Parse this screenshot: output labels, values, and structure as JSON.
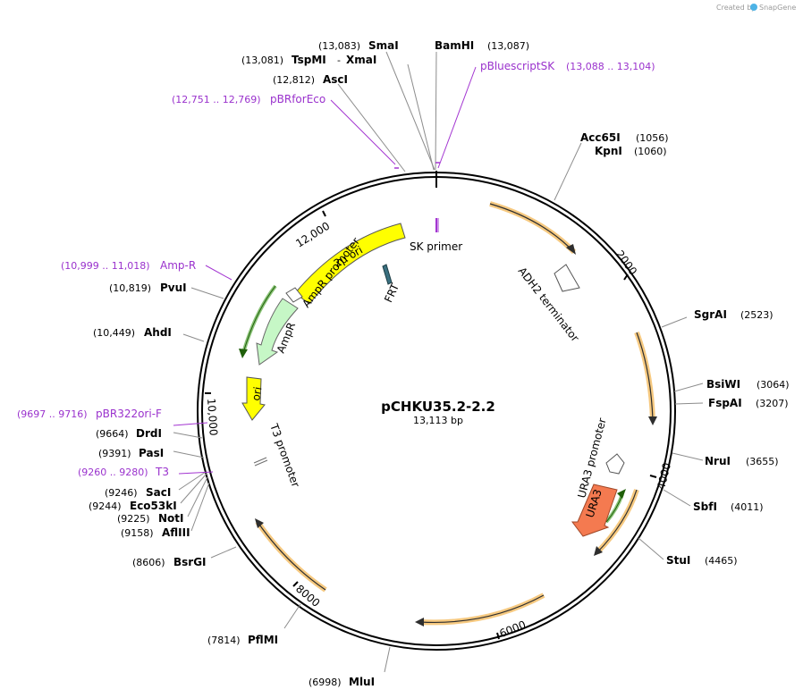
{
  "credit": {
    "prefix": "Created by",
    "brand": "SnapGene"
  },
  "map": {
    "name": "pCHKU35.2-2.2",
    "length_label": "13,113 bp"
  },
  "ticks": [
    "2000",
    "4000",
    "6000",
    "8000",
    "10,000",
    "12,000"
  ],
  "enzymes": {
    "smai": {
      "pos": "(13,083)",
      "name": "SmaI"
    },
    "bamhi": {
      "name": "BamHI",
      "pos": "(13,087)"
    },
    "tspmi": {
      "pos": "(13,081)",
      "name": "TspMI",
      "sep": "-",
      "name2": "XmaI"
    },
    "asci": {
      "pos": "(12,812)",
      "name": "AscI"
    },
    "acc65i": {
      "name": "Acc65I",
      "pos": "(1056)"
    },
    "kpni": {
      "name": "KpnI",
      "pos": "(1060)"
    },
    "sgrai": {
      "name": "SgrAI",
      "pos": "(2523)"
    },
    "bsiwi": {
      "name": "BsiWI",
      "pos": "(3064)"
    },
    "fspai": {
      "name": "FspAI",
      "pos": "(3207)"
    },
    "nrui": {
      "name": "NruI",
      "pos": "(3655)"
    },
    "sbfi": {
      "name": "SbfI",
      "pos": "(4011)"
    },
    "stui": {
      "name": "StuI",
      "pos": "(4465)"
    },
    "mlui": {
      "pos": "(6998)",
      "name": "MluI"
    },
    "pflmi": {
      "pos": "(7814)",
      "name": "PflMI"
    },
    "bsrgi": {
      "pos": "(8606)",
      "name": "BsrGI"
    },
    "afliii": {
      "pos": "(9158)",
      "name": "AflIII"
    },
    "noti": {
      "pos": "(9225)",
      "name": "NotI"
    },
    "eco53ki": {
      "pos": "(9244)",
      "name": "Eco53kI"
    },
    "saci": {
      "pos": "(9246)",
      "name": "SacI"
    },
    "pasi": {
      "pos": "(9391)",
      "name": "PasI"
    },
    "drdi": {
      "pos": "(9664)",
      "name": "DrdI"
    },
    "ahdi": {
      "pos": "(10,449)",
      "name": "AhdI"
    },
    "pvui": {
      "pos": "(10,819)",
      "name": "PvuI"
    }
  },
  "primers": {
    "pbluescriptsk": {
      "name": "pBluescriptSK",
      "range": "(13,088 .. 13,104)"
    },
    "pbrforeco": {
      "range": "(12,751 .. 12,769)",
      "name": "pBRforEco"
    },
    "ampr_primer": {
      "range": "(10,999 .. 11,018)",
      "name": "Amp-R"
    },
    "pbr322ori": {
      "range": "(9697 .. 9716)",
      "name": "pBR322ori-F"
    },
    "t3": {
      "range": "(9260 .. 9280)",
      "name": "T3"
    }
  },
  "features": {
    "two_mu_ori": "2μ ori",
    "sk_primer": "SK primer",
    "ampr_promoter": "AmpR promoter",
    "frt": "FRT",
    "ampr": "AmpR",
    "adh2_terminator": "ADH2 terminator",
    "ori": "ori",
    "t3_promoter": "T3 promoter",
    "ura3_promoter": "URA3 promoter",
    "ura3": "URA3"
  },
  "colors": {
    "orf_arc": "#f2b24a",
    "yellow_feature": "#ffff00",
    "ampr_fill": "#c6f7c6",
    "ampr_orf": "#3a9a1a",
    "ura3_fill": "#f47a50",
    "primer": "#a335d1",
    "frt": "#3a7080"
  }
}
